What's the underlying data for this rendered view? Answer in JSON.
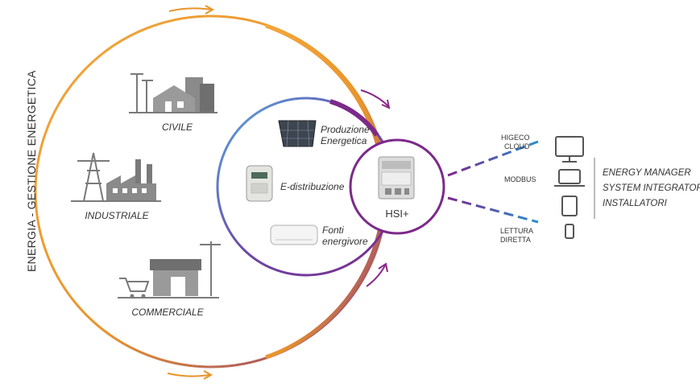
{
  "side_label": "ENERGIA - GESTIONE ENERGETICA",
  "sectors": {
    "civile": "CIVILE",
    "industriale": "INDUSTRIALE",
    "commerciale": "COMMERCIALE"
  },
  "sources": {
    "produzione_line1": "Produzione",
    "produzione_line2": "Energetica",
    "distribuzione": "E-distribuzione",
    "fonti_line1": "Fonti",
    "fonti_line2": "energivore"
  },
  "device_label": "HSI+",
  "channels": {
    "cloud_line1": "HIGECO",
    "cloud_line2": "CLOUD",
    "modbus": "MODBUS",
    "lettura_line1": "LETTURA",
    "lettura_line2": "DIRETTA"
  },
  "users": [
    "ENERGY MANAGER",
    "SYSTEM INTEGRATOR",
    "INSTALLATORI"
  ],
  "colors": {
    "orange": "#e8942c",
    "purple": "#7b2a8a",
    "blue": "#2a8fd0",
    "magenta": "#a63a7e"
  }
}
